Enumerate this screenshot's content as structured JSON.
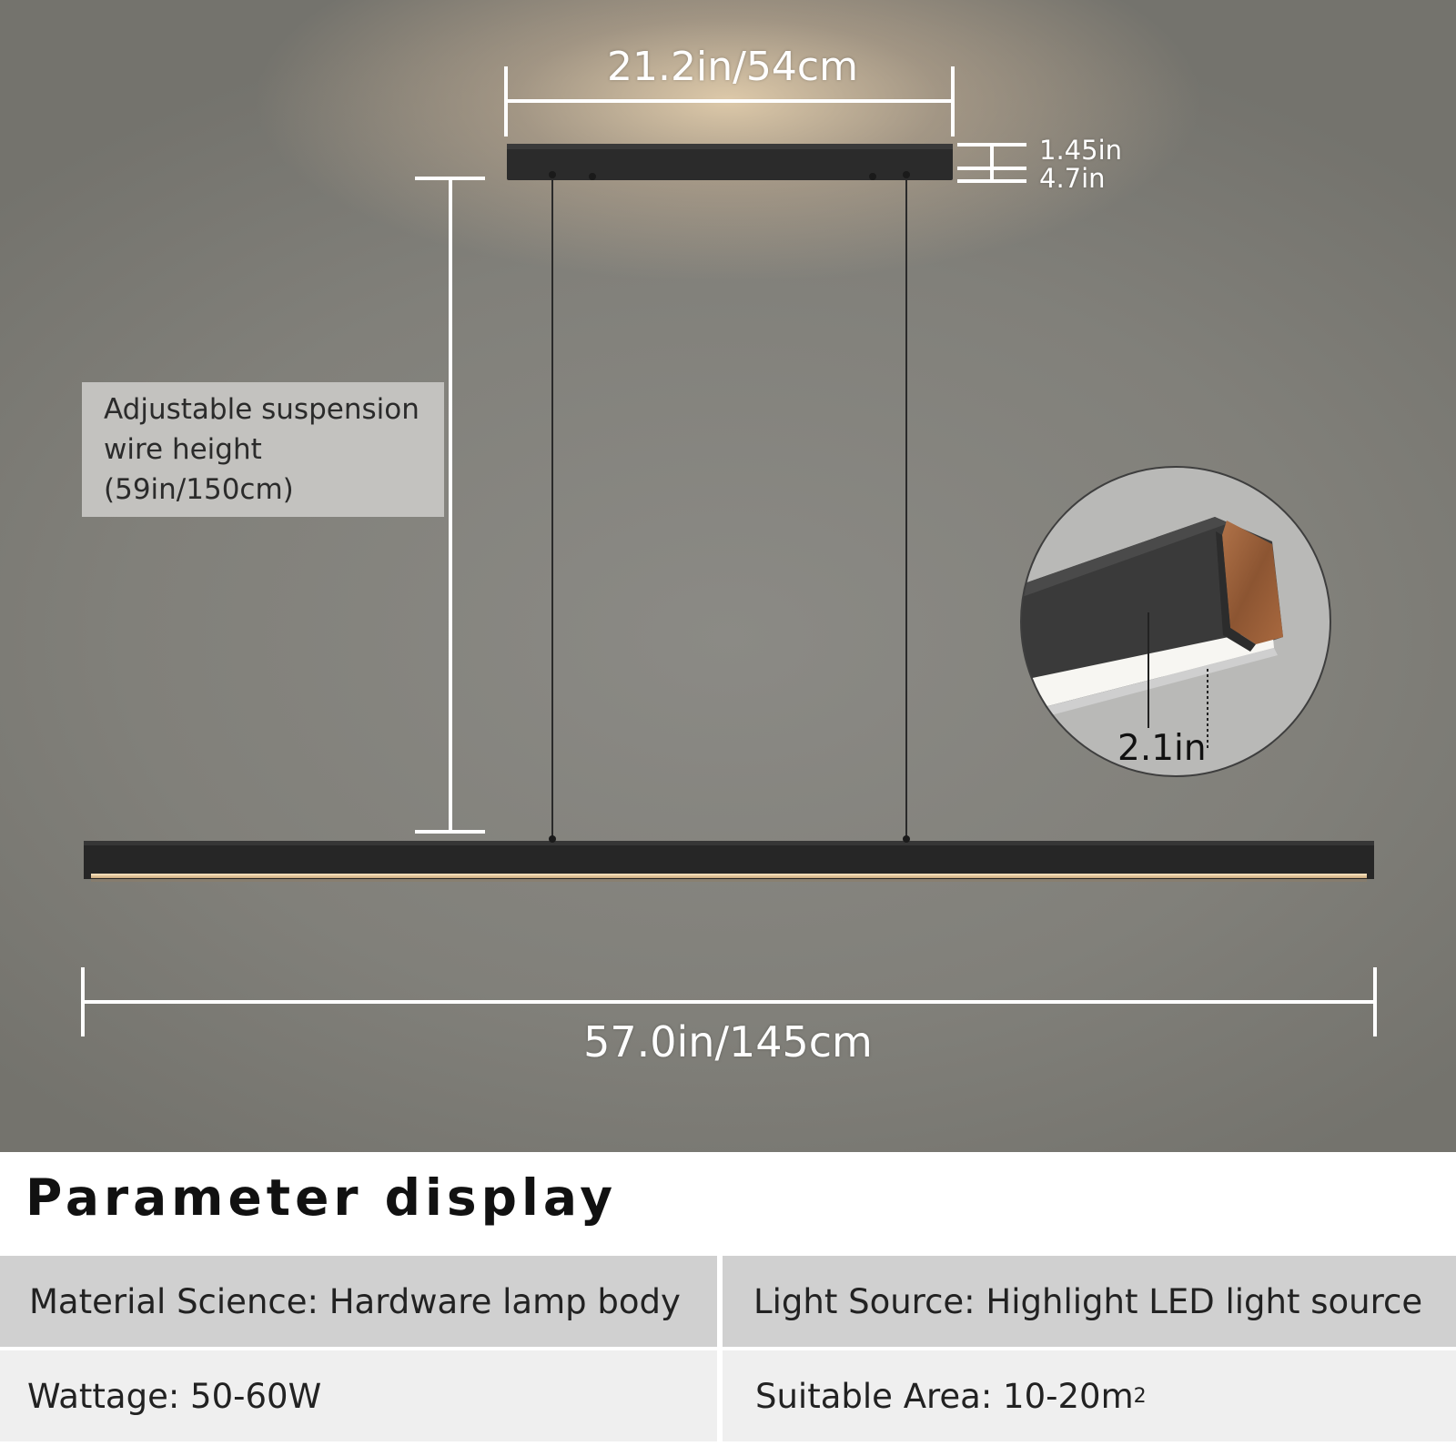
{
  "dimensions": {
    "canopy_width": "21.2in/54cm",
    "canopy_height_1": "1.45in",
    "canopy_height_2": "4.7in",
    "bar_length": "57.0in/145cm",
    "section_height": "2.1in"
  },
  "suspension_note": {
    "line1": "Adjustable suspension",
    "line2": "wire height",
    "line3": "(59in/150cm)"
  },
  "parameters": {
    "title": "Parameter display",
    "material": "Material Science: Hardware lamp body",
    "light_source": "Light Source: Highlight LED light source",
    "wattage": "Wattage: 50-60W",
    "area": "Suitable Area: 10-20m",
    "area_superscript": "2"
  },
  "colors": {
    "wall": "#81807a",
    "lamp_body": "#2a2a2a",
    "wood": "#9a5f3a",
    "row_dark": "#d0d0d0",
    "row_light": "#efefef"
  }
}
